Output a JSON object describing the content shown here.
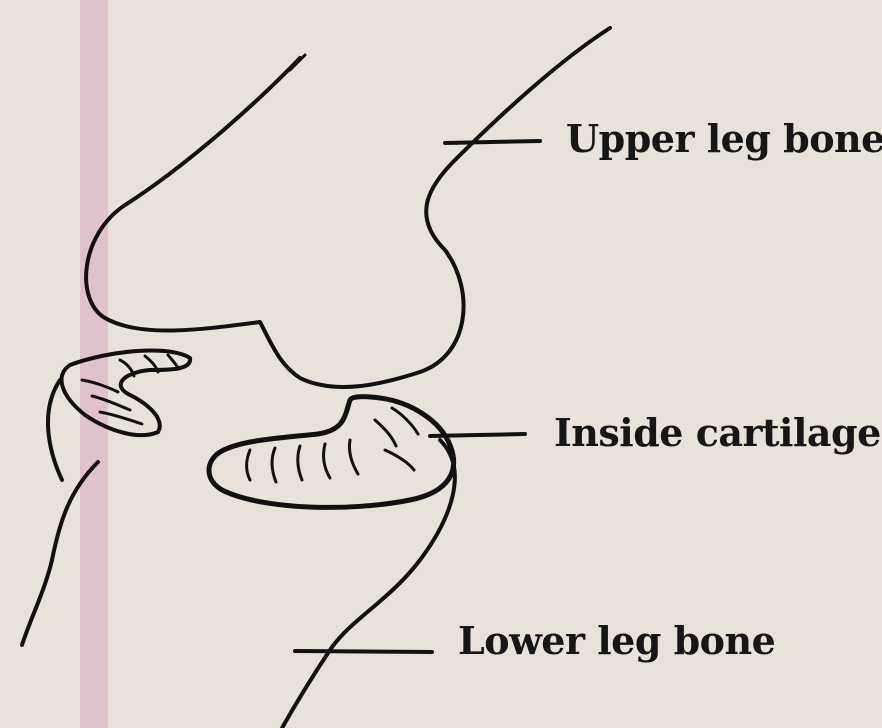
{
  "labels": {
    "upper_leg_bone": "Upper leg bone",
    "inside_cartilage": "Inside cartilage",
    "lower_leg_bone": "Lower leg bone"
  },
  "colors": {
    "paper": "#e9e2da",
    "ink": "#111111",
    "pink_margin": "#dcb7c8"
  }
}
